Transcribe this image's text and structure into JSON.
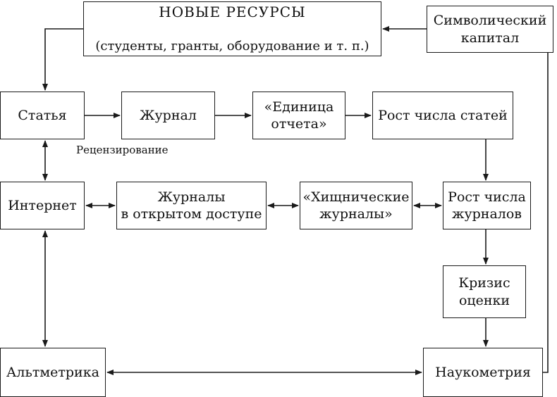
{
  "nodes": {
    "new_resources": {
      "line1": "НОВЫЕ РЕСУРСЫ",
      "line2": "(студенты, гранты, оборудование и т. п.)"
    },
    "symbolic_capital": "Символический\nкапитал",
    "article": "Статья",
    "journal": "Журнал",
    "reporting_unit": "«Единица\nотчета»",
    "article_growth": "Рост числа статей",
    "internet": "Интернет",
    "open_access": "Журналы\nв открытом доступе",
    "predatory": "«Хищнические\nжурналы»",
    "journal_growth": "Рост числа\nжурналов",
    "evaluation_crisis": "Кризис\nоценки",
    "altmetrics": "Альтметрика",
    "scientometrics": "Наукометрия"
  },
  "edge_labels": {
    "peer_review": "Рецензирование"
  },
  "colors": {
    "line": "#1a1a1a",
    "background": "#ffffff"
  }
}
